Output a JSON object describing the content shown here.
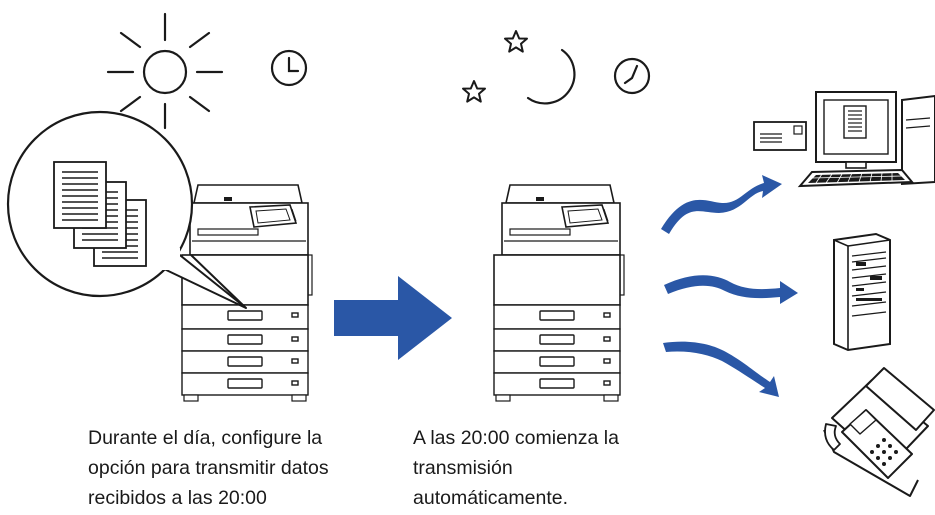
{
  "captions": {
    "day": [
      "Durante el día, configure la",
      "opción para transmitir datos",
      "recibidos a las 20:00"
    ],
    "night": [
      "A las 20:00 comienza la",
      "transmisión",
      "automáticamente."
    ]
  },
  "icons": {
    "day": [
      "sun-icon",
      "clock-icon"
    ],
    "night": [
      "star-icon",
      "star-icon",
      "moon-icon",
      "clock-icon"
    ],
    "devices": [
      "printer-icon",
      "documents-bubble-icon",
      "arrow-right-icon",
      "curved-arrow-icon",
      "computer-icon",
      "server-icon",
      "fax-icon",
      "envelope-icon"
    ]
  },
  "colors": {
    "arrow": "#2a57a6",
    "line": "#1a1a1a",
    "background": "#ffffff"
  }
}
